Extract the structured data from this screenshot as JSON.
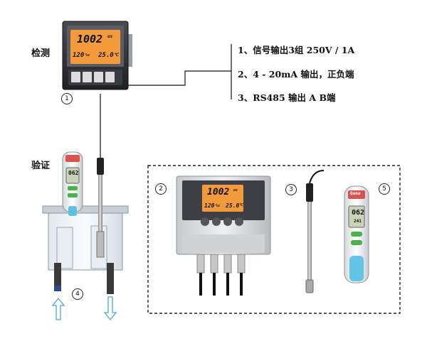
{
  "labels": {
    "detect": "检测",
    "verify": "验证"
  },
  "outputs": [
    "1、信号输出3组 250V / 1A",
    "2、4 - 20mA 输出，正负端",
    "3、RS485 输出 A B端"
  ],
  "badges": [
    "1",
    "2",
    "3",
    "4",
    "5"
  ],
  "meter": {
    "main_reading": "1002",
    "main_unit": "us",
    "sub_reading_left": "120",
    "sub_unit_left": "%s",
    "sub_reading_right": "25.0",
    "sub_unit_right": "℃"
  },
  "handheld": {
    "brand": "Qana",
    "reading": "062",
    "temp": "241"
  },
  "colors": {
    "lcd": "#f39a3c",
    "arrow": "#4aa8d8",
    "panel": "#2e2f33",
    "housing": "#d8dcdf"
  }
}
